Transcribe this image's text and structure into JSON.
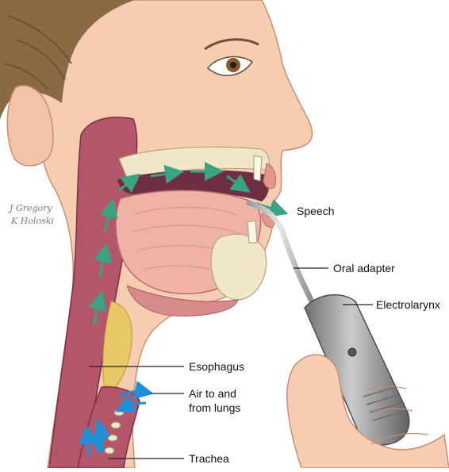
{
  "artist_signature": [
    "J Gregory",
    "K Holoski"
  ],
  "labels": {
    "speech": "Speech",
    "oral_adapter": "Oral adapter",
    "electrolarynx": "Electrolarynx",
    "esophagus": "Esophagus",
    "air_to_lungs_line1": "Air to and",
    "air_to_lungs_line2": "from lungs",
    "trachea": "Trachea"
  },
  "colors": {
    "skin": "#f6cdb0",
    "skin_shadow": "#e7ab8c",
    "hair": "#8a6a43",
    "muscle": "#b3566a",
    "tongue": "#efb2a6",
    "airway_dark": "#6e2f44",
    "bone": "#f2e6c8",
    "fat": "#e8c866",
    "airflow_green": "#3aa482",
    "airflow_blue": "#1f8fd6",
    "device_grey": "#8d8f92",
    "leader_line": "#222222"
  }
}
